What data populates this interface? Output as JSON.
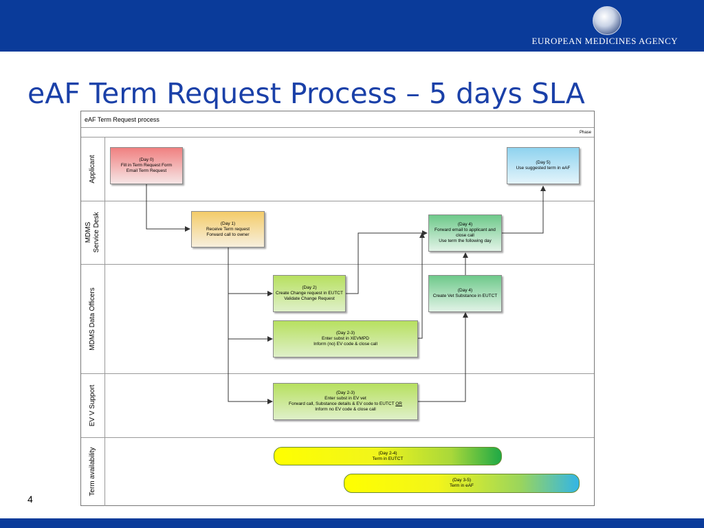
{
  "header": {
    "agency": "EUROPEAN MEDICINES AGENCY",
    "logo_icon": "ema-logo-icon",
    "bar_color": "#0a3b9a"
  },
  "slide": {
    "title": "eAF Term Request Process – 5 days SLA",
    "page_number": "4"
  },
  "diagram": {
    "pool_title": "eAF Term Request process",
    "phase_label": "Phase",
    "lanes": [
      {
        "label": "Applicant"
      },
      {
        "label": "MDMS\nService Desk"
      },
      {
        "label": "MDMS Data Officers"
      },
      {
        "label": "EV V Support"
      },
      {
        "label": "Term availability"
      }
    ],
    "steps": [
      {
        "id": "day0",
        "lines": [
          "(Day 0)",
          "Fill in Term Request Form",
          "Email Term Request"
        ]
      },
      {
        "id": "day5",
        "lines": [
          "(Day 5)",
          "Use suggested term in eAF"
        ]
      },
      {
        "id": "day1",
        "lines": [
          "(Day 1)",
          "Receive Term request",
          "Forward call to owner"
        ]
      },
      {
        "id": "day4-email",
        "lines": [
          "(Day 4)",
          "Forward email to applicant and",
          "close call",
          "Use term the following day"
        ]
      },
      {
        "id": "day2",
        "lines": [
          "(Day 2)",
          "Create Change request in EUTCT",
          "Validate Change Request"
        ]
      },
      {
        "id": "day4-vet",
        "lines": [
          "(Day 4)",
          "Create Vet Substance in EUTCT"
        ]
      },
      {
        "id": "day23-xevmpd",
        "lines": [
          "(Day 2-3)",
          "Enter subst in XEVMPD",
          "Inform (no) EV code & close call"
        ]
      },
      {
        "id": "day23-evvet",
        "lines": [
          "(Day 2-3)",
          "Enter subst in EV vet"
        ],
        "line3a": "Forward call, Substance details & EV code to EUTCT ",
        "line3b": "OR",
        "line4": "Inform no EV code & close call"
      }
    ],
    "availability": [
      {
        "id": "day24",
        "lines": [
          "(Day 2-4)",
          "Term in EUTCT"
        ]
      },
      {
        "id": "day35",
        "lines": [
          "(Day 3-5)",
          "Term in eAF"
        ]
      }
    ],
    "colors": {
      "applicant": "#f08080",
      "final": "#8fd3ef",
      "service_desk": "#f4cc6a",
      "data_officer": "#6ec98a",
      "ev_support": "#b7e060"
    }
  }
}
